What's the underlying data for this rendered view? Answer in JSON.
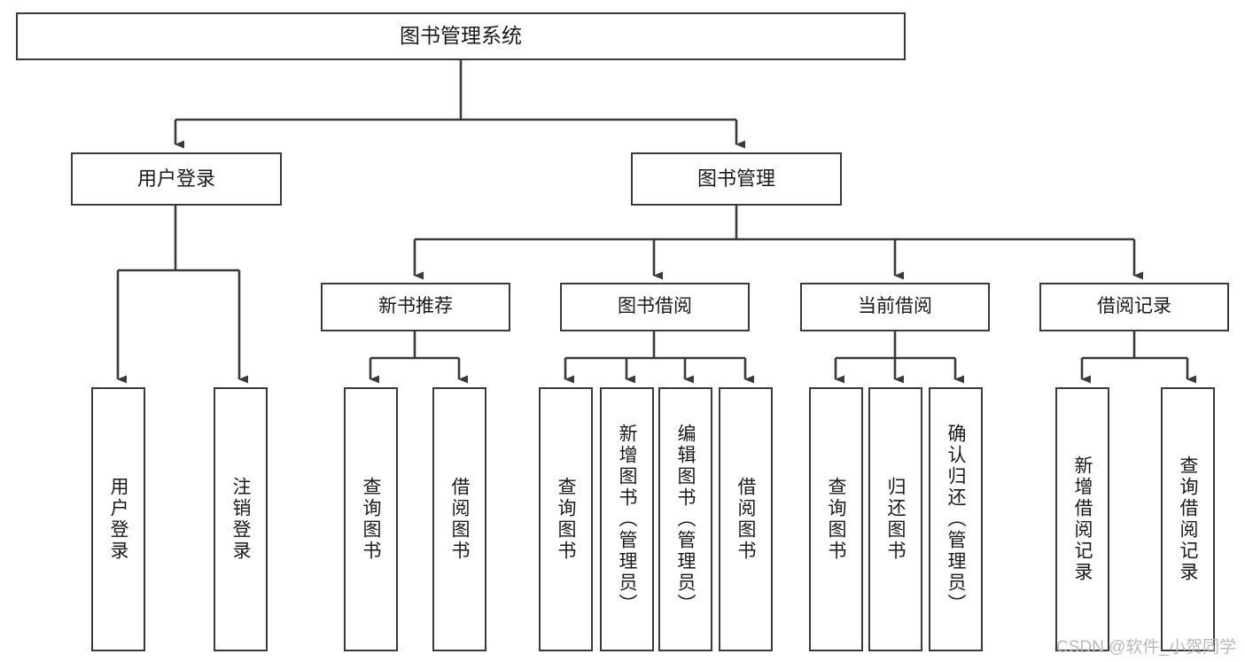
{
  "diagram": {
    "title": "图书管理系统",
    "watermark": "CSDN @软件_小贺同学",
    "style": {
      "box_border_color": "#3a3a3a",
      "box_fill_color": "#ffffff",
      "connector_color": "#3a3a3a",
      "background_color": "#ffffff",
      "watermark_color": "#b9b9b9"
    },
    "nodes": {
      "root": {
        "label": "图书管理系统"
      },
      "user_login": {
        "label": "用户登录"
      },
      "book_manage": {
        "label": "图书管理"
      },
      "new_book_rec": {
        "label": "新书推荐"
      },
      "book_borrow": {
        "label": "图书借阅"
      },
      "current_borrow": {
        "label": "当前借阅"
      },
      "borrow_record": {
        "label": "借阅记录"
      },
      "leaf_user_login": {
        "label": "用户登录"
      },
      "leaf_logout": {
        "label": "注销登录"
      },
      "leaf_query_book_1": {
        "label": "查询图书"
      },
      "leaf_borrow_book_1": {
        "label": "借阅图书"
      },
      "leaf_query_book_2": {
        "label": "查询图书"
      },
      "leaf_add_book_admin": {
        "label": "新增图书（管理员）"
      },
      "leaf_edit_book_admin": {
        "label": "编辑图书（管理员）"
      },
      "leaf_borrow_book_2": {
        "label": "借阅图书"
      },
      "leaf_query_book_3": {
        "label": "查询图书"
      },
      "leaf_return_book": {
        "label": "归还图书"
      },
      "leaf_confirm_return_admin": {
        "label": "确认归还（管理员）"
      },
      "leaf_add_record": {
        "label": "新增借阅记录"
      },
      "leaf_query_record": {
        "label": "查询借阅记录"
      }
    },
    "hierarchy": {
      "图书管理系统": [
        "用户登录",
        "图书管理"
      ],
      "用户登录": [
        "用户登录",
        "注销登录"
      ],
      "图书管理": [
        "新书推荐",
        "图书借阅",
        "当前借阅",
        "借阅记录"
      ],
      "新书推荐": [
        "查询图书",
        "借阅图书"
      ],
      "图书借阅": [
        "查询图书",
        "新增图书（管理员）",
        "编辑图书（管理员）",
        "借阅图书"
      ],
      "当前借阅": [
        "查询图书",
        "归还图书",
        "确认归还（管理员）"
      ],
      "借阅记录": [
        "新增借阅记录",
        "查询借阅记录"
      ]
    }
  }
}
